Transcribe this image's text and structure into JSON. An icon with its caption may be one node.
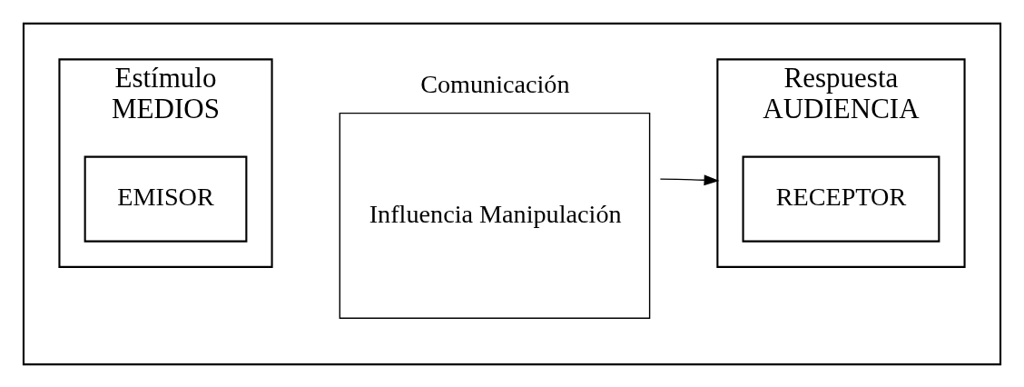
{
  "diagram": {
    "nodes": [
      {
        "text": [],
        "shape": "box"
      },
      {
        "text": [
          "Estímulo",
          "MEDIOS"
        ],
        "in": 0
      },
      {
        "text": [
          "EMISOR"
        ],
        "in": 1
      },
      {
        "text": [
          "Comunicación",
          "Influencia Manipulación"
        ],
        "in": 0
      },
      {
        "text": [
          "Respuesta",
          "AUDIENCIA"
        ],
        "in": 0
      },
      {
        "text": [
          "RECEPTOR"
        ],
        "in": 4
      }
    ],
    "edges": [
      {
        "from": 3,
        "to": 4,
        "arrow": "to"
      }
    ]
  }
}
